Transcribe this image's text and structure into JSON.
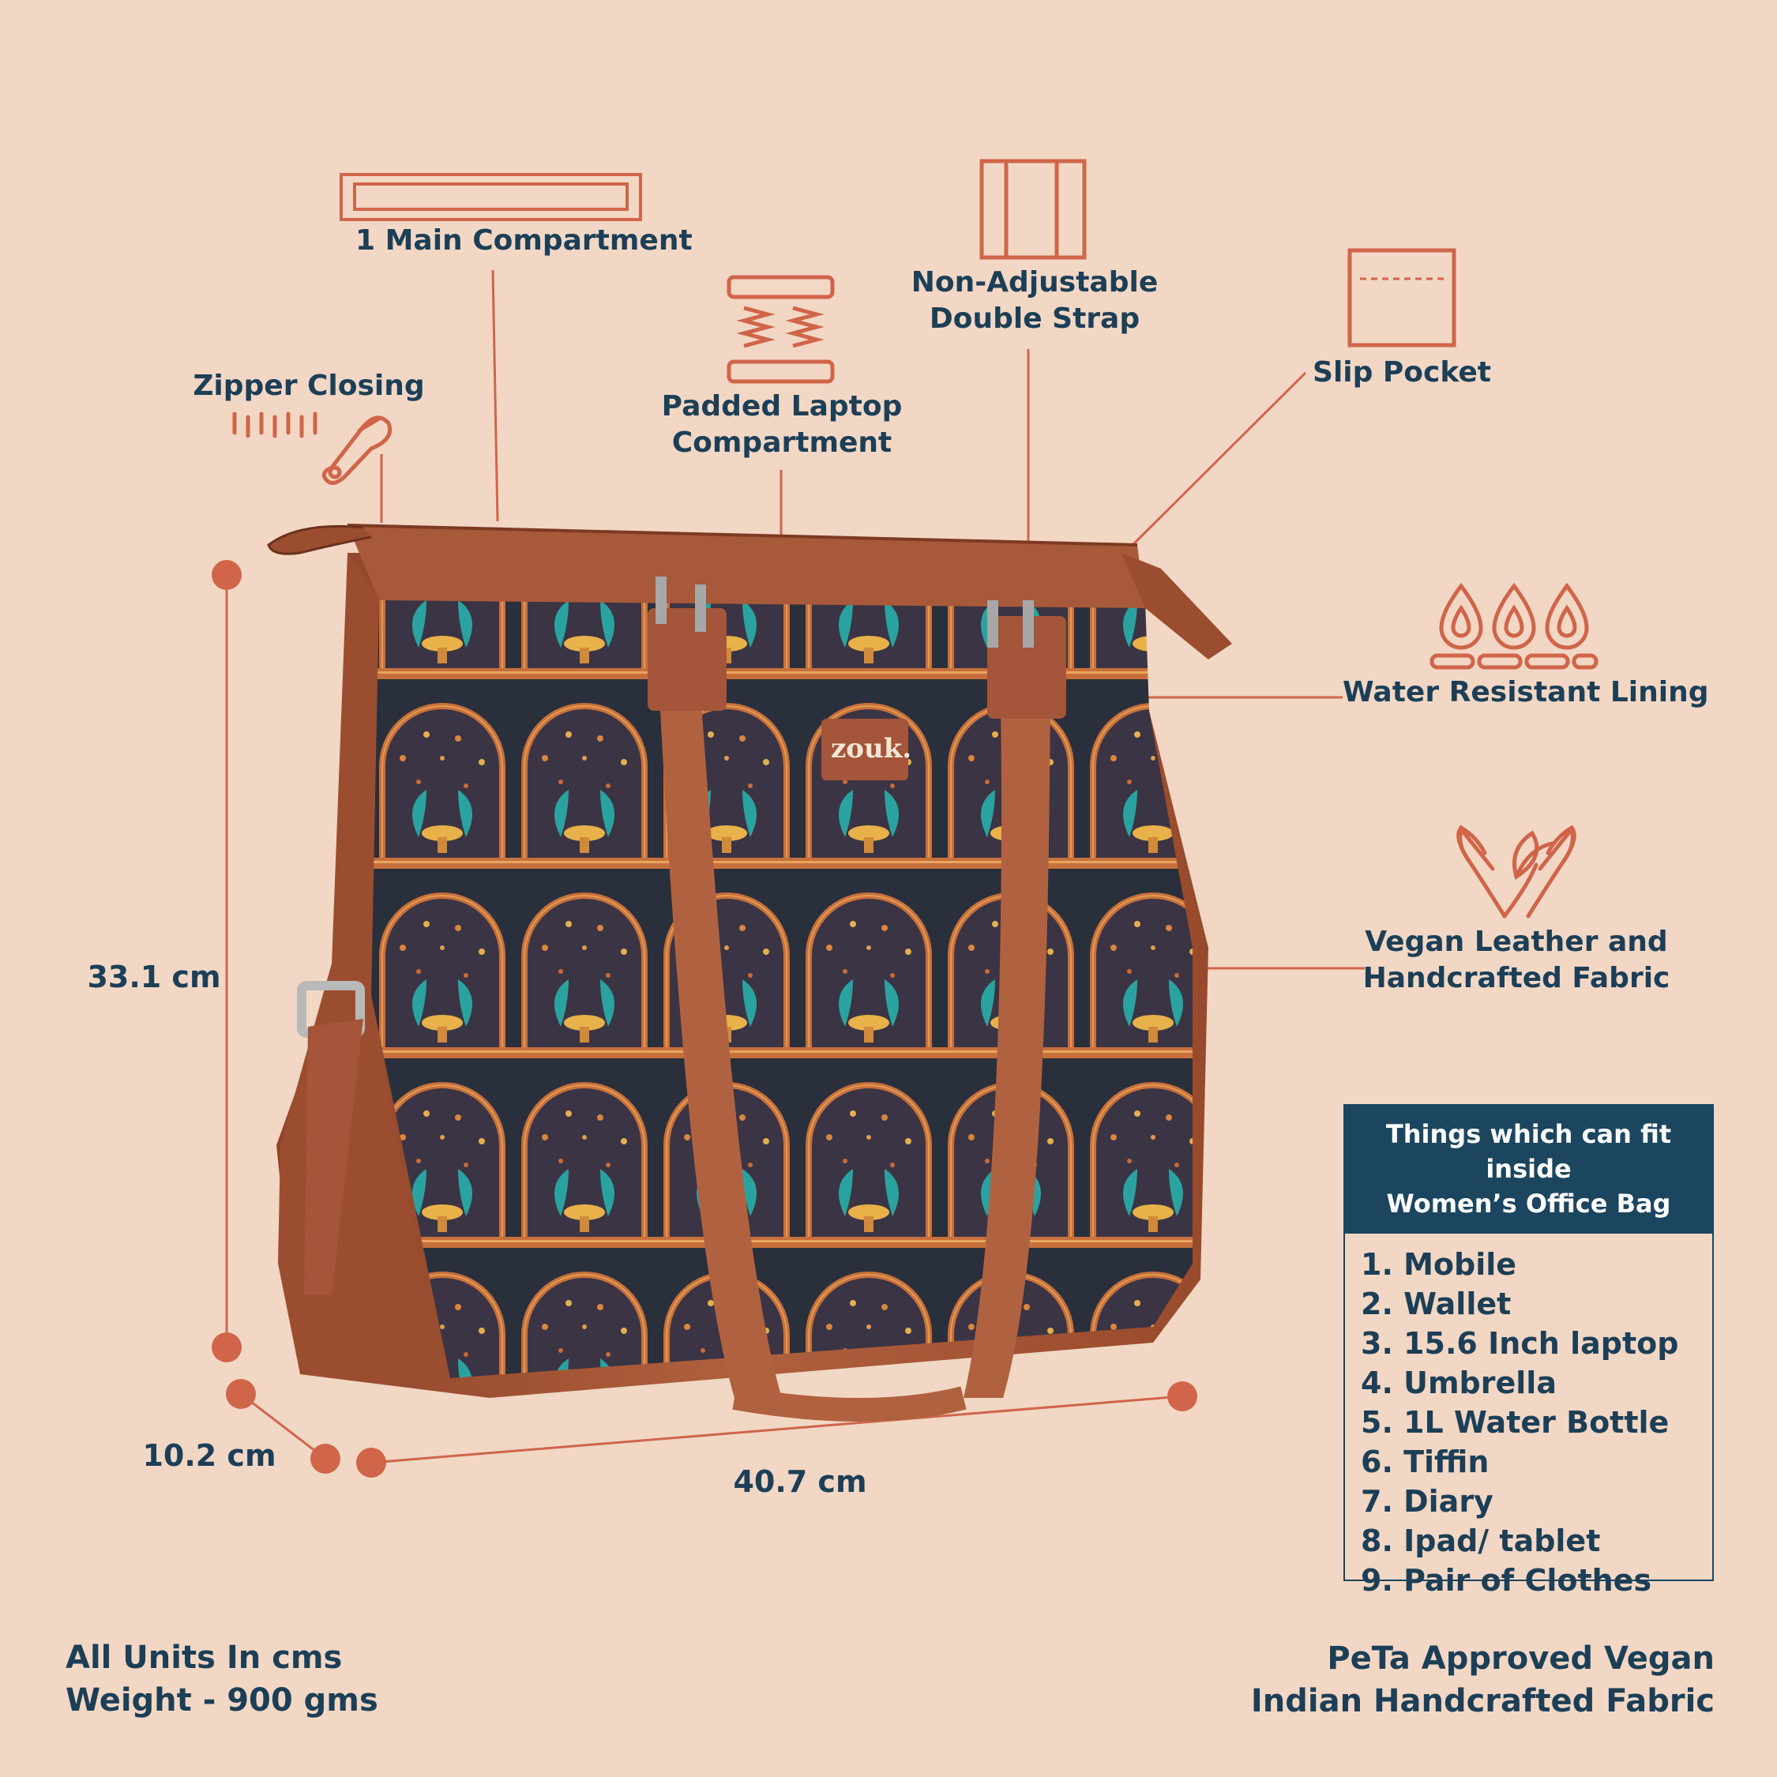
{
  "brand": {
    "logo_text": "zouk."
  },
  "features": {
    "main_compartment": "1 Main Compartment",
    "zipper": "Zipper Closing",
    "padded_laptop": [
      "Padded Laptop",
      "Compartment"
    ],
    "strap": [
      "Non-Adjustable",
      "Double Strap"
    ],
    "slip_pocket": "Slip Pocket",
    "water_resistant": "Water Resistant Lining",
    "vegan": [
      "Vegan Leather and",
      "Handcrafted Fabric"
    ]
  },
  "dimensions": {
    "height": "33.1 cm",
    "depth": "10.2 cm",
    "width": "40.7 cm"
  },
  "fit_box": {
    "title": [
      "Things which can fit inside",
      "Women’s Office Bag"
    ],
    "items": [
      "1. Mobile",
      "2. Wallet",
      "3. 15.6 Inch laptop",
      "4. Umbrella",
      "5. 1L Water Bottle",
      "6. Tiffin",
      "7. Diary",
      "8. Ipad/ tablet",
      "9. Pair of Clothes"
    ]
  },
  "footer": {
    "left": [
      "All Units In cms",
      "Weight - 900 gms"
    ],
    "right": [
      "PeTa Approved Vegan",
      "Indian Handcrafted Fabric"
    ]
  },
  "colors": {
    "background": "#f2d7c5",
    "accent": "#d0654a",
    "text": "#1c3f57",
    "leather": "#a85838",
    "box_header": "#1c4660"
  },
  "icons": [
    "compartment-icon",
    "zipper-icon",
    "padded-laptop-icon",
    "double-strap-icon",
    "slip-pocket-icon",
    "water-drops-icon",
    "hands-leaf-icon"
  ]
}
